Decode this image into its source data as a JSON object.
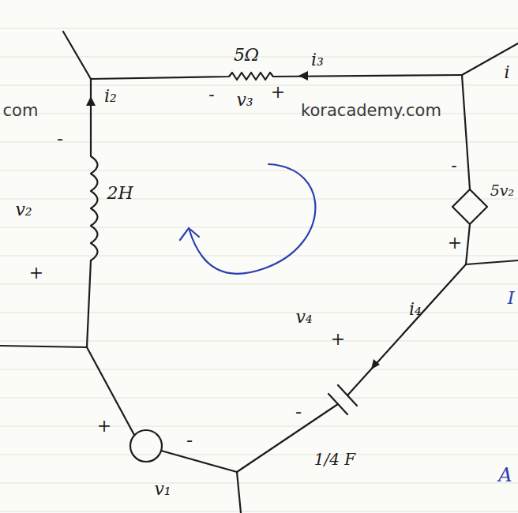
{
  "diagram": {
    "labels": [
      "5Ω",
      "i₃",
      "-",
      "v₃",
      "+",
      "i",
      "com",
      "koracademy.com",
      "i₂",
      "-",
      "v₂",
      "+",
      "2H",
      "-",
      "5v₂",
      "+",
      "v₄",
      "+",
      "i₄",
      "-",
      "1/4 F",
      "+",
      "-",
      "v₁",
      "I",
      "A"
    ]
  }
}
